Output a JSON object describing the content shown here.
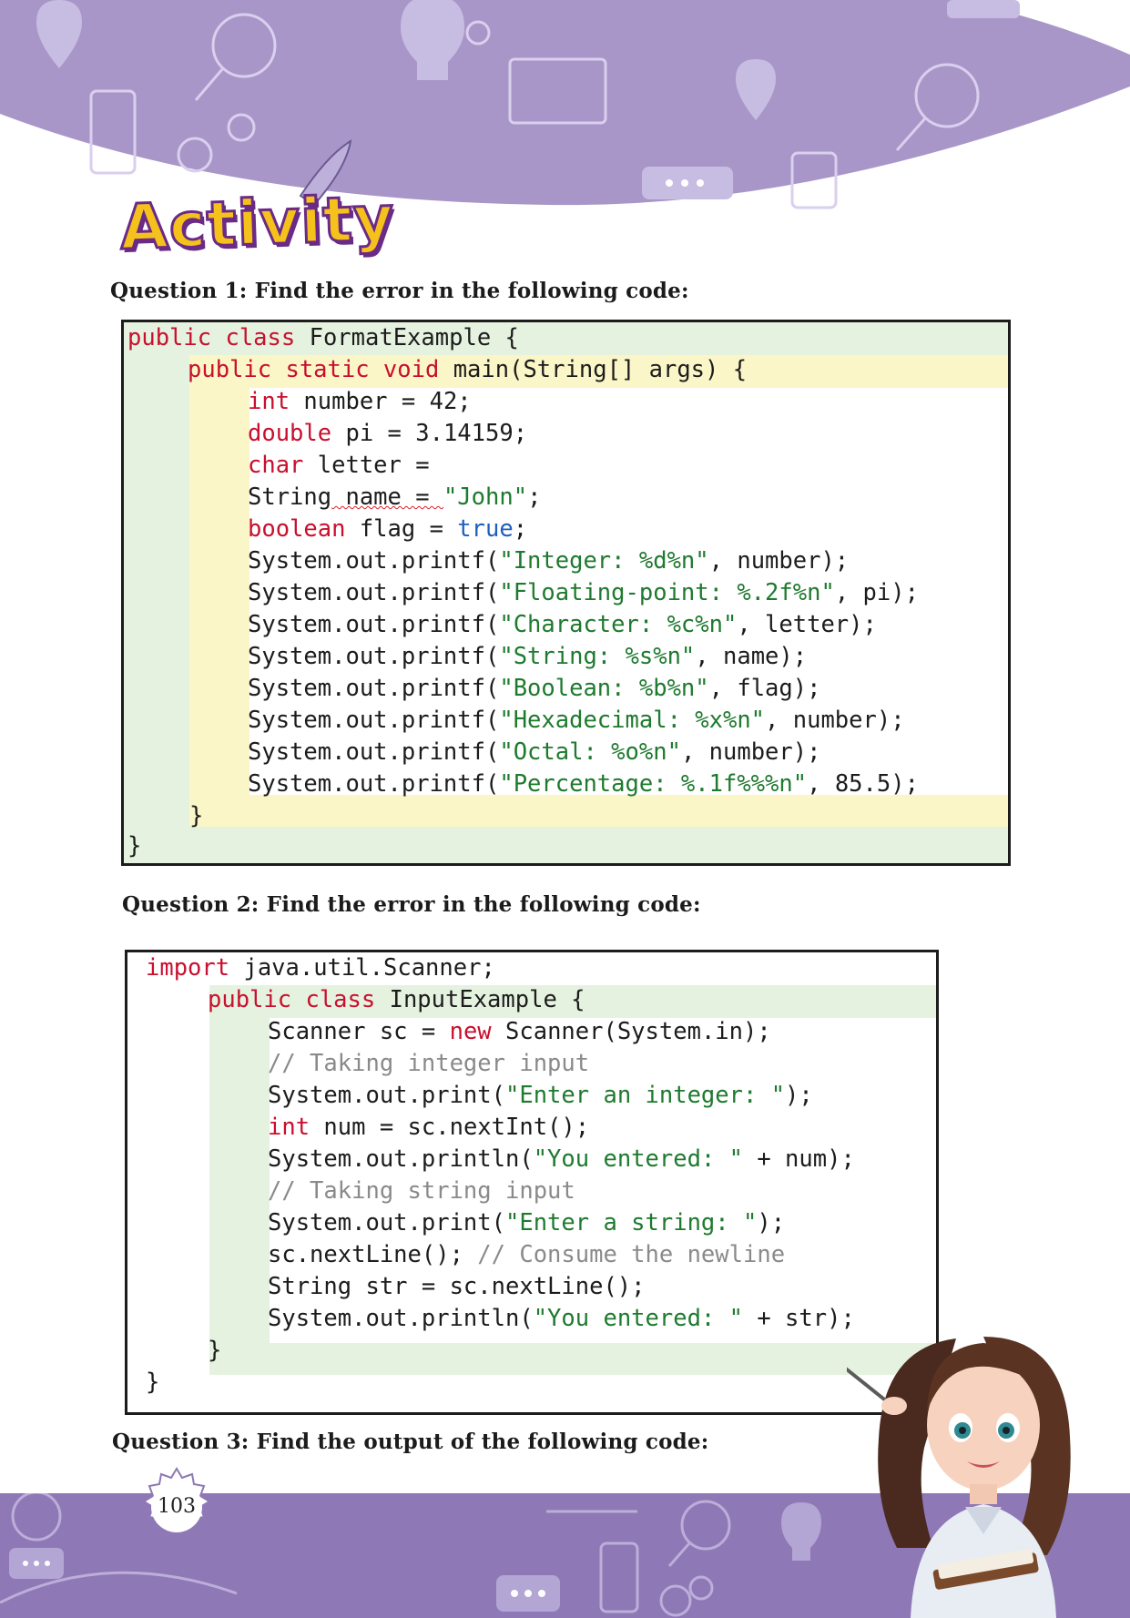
{
  "header": {
    "activity_label": "Activity"
  },
  "questions": {
    "q1": "Question 1: Find the error in the following code:",
    "q2": "Question 2: Find the error in the following code:",
    "q3": "Question 3: Find the output of the following code:"
  },
  "code1": {
    "lines": [
      {
        "kw": "public class",
        "rest": " FormatExample {"
      },
      {
        "kw": "public static void",
        "rest": " main(String[] args) {"
      },
      {
        "kw": "int",
        "rest": " number = 42;"
      },
      {
        "kw": "double",
        "rest": " pi = 3.14159;"
      },
      {
        "kw": "char",
        "rest": " letter ="
      },
      {
        "a": "String",
        "b": " name = ",
        "str": "\"John\"",
        "c": ";"
      },
      {
        "kw": "boolean",
        "rest": " flag = ",
        "kw2": "true",
        "end": ";"
      },
      {
        "pre": "System.out.printf(",
        "str": "\"Integer: %d%n\"",
        "post": ", number);"
      },
      {
        "pre": "System.out.printf(",
        "str": "\"Floating-point: %.2f%n\"",
        "post": ", pi);"
      },
      {
        "pre": "System.out.printf(",
        "str": "\"Character: %c%n\"",
        "post": ", letter);"
      },
      {
        "pre": "System.out.printf(",
        "str": "\"String: %s%n\"",
        "post": ", name);"
      },
      {
        "pre": "System.out.printf(",
        "str": "\"Boolean: %b%n\"",
        "post": ", flag);"
      },
      {
        "pre": "System.out.printf(",
        "str": "\"Hexadecimal: %x%n\"",
        "post": ", number);"
      },
      {
        "pre": "System.out.printf(",
        "str": "\"Octal: %o%n\"",
        "post": ", number);"
      },
      {
        "pre": "System.out.printf(",
        "str": "\"Percentage: %.1f%%%n\"",
        "post": ", 85.5);"
      },
      {
        "text": "}"
      },
      {
        "text": "}"
      }
    ]
  },
  "code2": {
    "lines": [
      {
        "kw": "import",
        "rest": " java.util.Scanner;"
      },
      {
        "kw": "public class",
        "rest": " InputExample {"
      },
      {
        "pre": "Scanner sc = ",
        "kw": "new",
        "post": " Scanner(System.in);"
      },
      {
        "cm": "// Taking integer input"
      },
      {
        "pre": "System.out.print(",
        "str": "\"Enter an integer: \"",
        "post": ");"
      },
      {
        "kw": "int",
        "rest": " num = sc.nextInt();"
      },
      {
        "pre": "System.out.println(",
        "str": "\"You entered: \"",
        "post": " + num);"
      },
      {
        "cm": "// Taking string input"
      },
      {
        "pre": "System.out.print(",
        "str": "\"Enter a string: \"",
        "post": ");"
      },
      {
        "pre": "sc.nextLine(); ",
        "cm": "// Consume the newline"
      },
      {
        "text": "String str = sc.nextLine();"
      },
      {
        "pre": "System.out.println(",
        "str": "\"You entered: \"",
        "post": " + str);"
      },
      {
        "text": "}"
      },
      {
        "text": "}"
      }
    ]
  },
  "footer": {
    "page_number": "103"
  },
  "colors": {
    "band_purple": "#8e78b6",
    "activity_yellow": "#f5c21b",
    "keyword_red": "#c8102e",
    "string_green": "#1e7a2e",
    "boolean_blue": "#1f5fbf"
  }
}
